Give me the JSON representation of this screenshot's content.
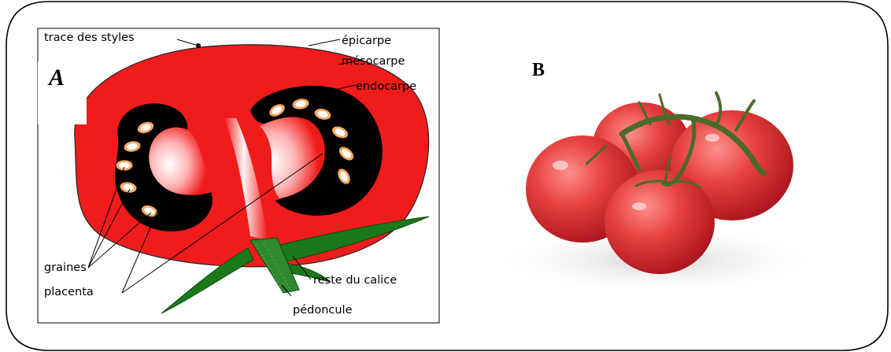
{
  "panels": {
    "a_letter": "A",
    "b_letter": "B"
  },
  "labels": {
    "trace_des_styles": "trace des styles",
    "epicarpe": "épicarpe",
    "mesocarpe": "mésocarpe",
    "endocarpe": "endocarpe",
    "graines": "graines",
    "placenta": "placenta",
    "reste_du_calice": "reste du calice",
    "pedoncule": "pédoncule"
  },
  "colors": {
    "flesh": "#f01c1c",
    "locule": "#000000",
    "seed_coat": "#f4a85c",
    "seed_core": "#ffffff",
    "calyx": "#1a7a1a",
    "tomato_photo": "#e0383b"
  }
}
